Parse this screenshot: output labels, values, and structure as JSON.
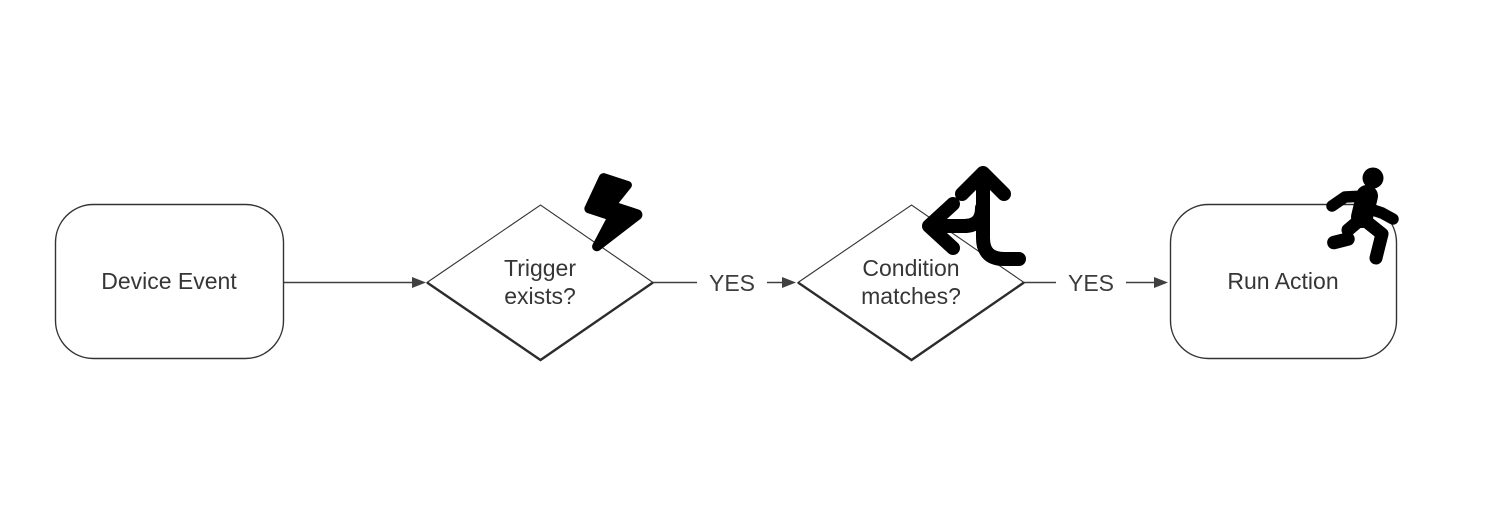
{
  "flowchart": {
    "colors": {
      "background": "#ffffff",
      "shape_stroke": "#333333",
      "shape_fill": "#ffffff",
      "connector": "#404040",
      "text": "#363636",
      "icon": "#000000"
    },
    "nodes": {
      "device_event": {
        "shape": "rounded-rectangle",
        "label": "Device Event"
      },
      "trigger_exists": {
        "shape": "decision-diamond",
        "label": "Trigger exists?",
        "line1": "Trigger",
        "line2": "exists?",
        "icon": "lightning-bolt-icon"
      },
      "condition_matches": {
        "shape": "decision-diamond",
        "label": "Condition matches?",
        "line1": "Condition",
        "line2": "matches?",
        "icon": "arrows-split-up-and-left-icon"
      },
      "run_action": {
        "shape": "rounded-rectangle",
        "label": "Run Action",
        "icon": "person-running-icon"
      }
    },
    "edges": [
      {
        "from": "device_event",
        "to": "trigger_exists",
        "label": ""
      },
      {
        "from": "trigger_exists",
        "to": "condition_matches",
        "label": "YES"
      },
      {
        "from": "condition_matches",
        "to": "run_action",
        "label": "YES"
      }
    ]
  }
}
